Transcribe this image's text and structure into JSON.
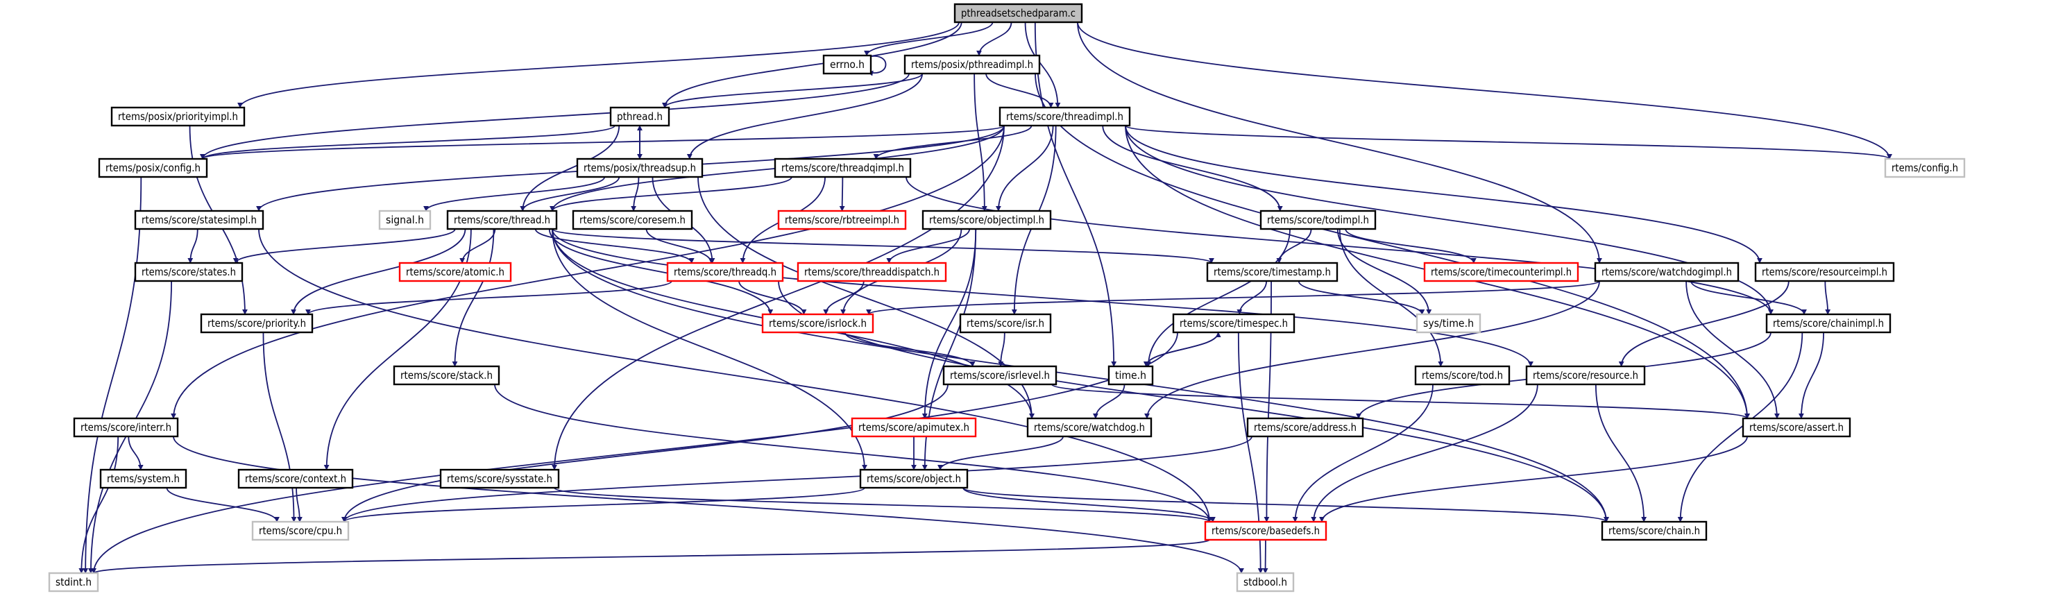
{
  "graph": {
    "edge_color": "#191970",
    "nodes": [
      {
        "id": "root",
        "label": "pthreadsetschedparam.c",
        "style": "root"
      },
      {
        "id": "errno",
        "label": "errno.h",
        "style": "normal"
      },
      {
        "id": "pthreadimpl",
        "label": "rtems/posix/pthreadimpl.h",
        "style": "normal"
      },
      {
        "id": "priorityimpl",
        "label": "rtems/posix/priorityimpl.h",
        "style": "normal"
      },
      {
        "id": "pthread",
        "label": "pthread.h",
        "style": "normal"
      },
      {
        "id": "threadimpl",
        "label": "rtems/score/threadimpl.h",
        "style": "normal"
      },
      {
        "id": "posixconfig",
        "label": "rtems/posix/config.h",
        "style": "normal"
      },
      {
        "id": "threadsup",
        "label": "rtems/posix/threadsup.h",
        "style": "normal"
      },
      {
        "id": "threadqimpl",
        "label": "rtems/score/threadqimpl.h",
        "style": "normal"
      },
      {
        "id": "rtemsconfig",
        "label": "rtems/config.h",
        "style": "gray"
      },
      {
        "id": "statesimpl",
        "label": "rtems/score/statesimpl.h",
        "style": "normal"
      },
      {
        "id": "signal",
        "label": "signal.h",
        "style": "gray"
      },
      {
        "id": "thread",
        "label": "rtems/score/thread.h",
        "style": "normal"
      },
      {
        "id": "coresem",
        "label": "rtems/score/coresem.h",
        "style": "normal"
      },
      {
        "id": "rbtreeimpl",
        "label": "rtems/score/rbtreeimpl.h",
        "style": "red"
      },
      {
        "id": "objectimpl",
        "label": "rtems/score/objectimpl.h",
        "style": "normal"
      },
      {
        "id": "todimpl",
        "label": "rtems/score/todimpl.h",
        "style": "normal"
      },
      {
        "id": "states",
        "label": "rtems/score/states.h",
        "style": "normal"
      },
      {
        "id": "atomic",
        "label": "rtems/score/atomic.h",
        "style": "red"
      },
      {
        "id": "threadq",
        "label": "rtems/score/threadq.h",
        "style": "red"
      },
      {
        "id": "threaddispatch",
        "label": "rtems/score/threaddispatch.h",
        "style": "red"
      },
      {
        "id": "timestamp",
        "label": "rtems/score/timestamp.h",
        "style": "normal"
      },
      {
        "id": "timecounterimpl",
        "label": "rtems/score/timecounterimpl.h",
        "style": "red"
      },
      {
        "id": "watchdogimpl",
        "label": "rtems/score/watchdogimpl.h",
        "style": "normal"
      },
      {
        "id": "resourceimpl",
        "label": "rtems/score/resourceimpl.h",
        "style": "normal"
      },
      {
        "id": "priority",
        "label": "rtems/score/priority.h",
        "style": "normal"
      },
      {
        "id": "isrlock",
        "label": "rtems/score/isrlock.h",
        "style": "red"
      },
      {
        "id": "isr",
        "label": "rtems/score/isr.h",
        "style": "normal"
      },
      {
        "id": "timespec",
        "label": "rtems/score/timespec.h",
        "style": "normal"
      },
      {
        "id": "systime",
        "label": "sys/time.h",
        "style": "gray"
      },
      {
        "id": "chainimpl",
        "label": "rtems/score/chainimpl.h",
        "style": "normal"
      },
      {
        "id": "stack",
        "label": "rtems/score/stack.h",
        "style": "normal"
      },
      {
        "id": "isrlevel",
        "label": "rtems/score/isrlevel.h",
        "style": "normal"
      },
      {
        "id": "time",
        "label": "time.h",
        "style": "normal"
      },
      {
        "id": "tod",
        "label": "rtems/score/tod.h",
        "style": "normal"
      },
      {
        "id": "resource",
        "label": "rtems/score/resource.h",
        "style": "normal"
      },
      {
        "id": "interr",
        "label": "rtems/score/interr.h",
        "style": "normal"
      },
      {
        "id": "apimutex",
        "label": "rtems/score/apimutex.h",
        "style": "red"
      },
      {
        "id": "watchdog",
        "label": "rtems/score/watchdog.h",
        "style": "normal"
      },
      {
        "id": "address",
        "label": "rtems/score/address.h",
        "style": "normal"
      },
      {
        "id": "assert",
        "label": "rtems/score/assert.h",
        "style": "normal"
      },
      {
        "id": "system",
        "label": "rtems/system.h",
        "style": "normal"
      },
      {
        "id": "context",
        "label": "rtems/score/context.h",
        "style": "normal"
      },
      {
        "id": "sysstate",
        "label": "rtems/score/sysstate.h",
        "style": "normal"
      },
      {
        "id": "object",
        "label": "rtems/score/object.h",
        "style": "normal"
      },
      {
        "id": "cpu",
        "label": "rtems/score/cpu.h",
        "style": "gray"
      },
      {
        "id": "basedefs",
        "label": "rtems/score/basedefs.h",
        "style": "red"
      },
      {
        "id": "chain",
        "label": "rtems/score/chain.h",
        "style": "normal"
      },
      {
        "id": "stdint",
        "label": "stdint.h",
        "style": "gray"
      },
      {
        "id": "stdbool",
        "label": "stdbool.h",
        "style": "gray"
      }
    ],
    "edges": [
      [
        "root",
        "errno"
      ],
      [
        "root",
        "pthreadimpl"
      ],
      [
        "root",
        "threadimpl"
      ],
      [
        "root",
        "pthread"
      ],
      [
        "root",
        "priorityimpl"
      ],
      [
        "root",
        "rtemsconfig"
      ],
      [
        "root",
        "watchdogimpl"
      ],
      [
        "root",
        "time"
      ],
      [
        "errno",
        "errno"
      ],
      [
        "pthreadimpl",
        "pthread"
      ],
      [
        "pthreadimpl",
        "threadsup"
      ],
      [
        "pthreadimpl",
        "objectimpl"
      ],
      [
        "pthreadimpl",
        "threadimpl"
      ],
      [
        "pthreadimpl",
        "posixconfig"
      ],
      [
        "pthreadimpl",
        "assert"
      ],
      [
        "priorityimpl",
        "priority"
      ],
      [
        "pthread",
        "posixconfig"
      ],
      [
        "pthread",
        "threadsup"
      ],
      [
        "pthread",
        "thread"
      ],
      [
        "threadsup",
        "pthread"
      ],
      [
        "threadsup",
        "signal"
      ],
      [
        "threadsup",
        "thread"
      ],
      [
        "threadsup",
        "coresem"
      ],
      [
        "threadsup",
        "threadq"
      ],
      [
        "threadsup",
        "watchdog"
      ],
      [
        "threadimpl",
        "posixconfig"
      ],
      [
        "threadimpl",
        "statesimpl"
      ],
      [
        "threadimpl",
        "interr"
      ],
      [
        "threadimpl",
        "thread"
      ],
      [
        "threadimpl",
        "threadqimpl"
      ],
      [
        "threadimpl",
        "objectimpl"
      ],
      [
        "threadimpl",
        "isr"
      ],
      [
        "threadimpl",
        "todimpl"
      ],
      [
        "threadimpl",
        "sysstate"
      ],
      [
        "threadimpl",
        "rtemsconfig"
      ],
      [
        "threadimpl",
        "resourceimpl"
      ],
      [
        "threadimpl",
        "chainimpl"
      ],
      [
        "threadimpl",
        "assert"
      ],
      [
        "statesimpl",
        "states"
      ],
      [
        "statesimpl",
        "basedefs"
      ],
      [
        "states",
        "stdint"
      ],
      [
        "posixconfig",
        "stdint"
      ],
      [
        "thread",
        "states"
      ],
      [
        "thread",
        "atomic"
      ],
      [
        "thread",
        "threadq"
      ],
      [
        "thread",
        "priority"
      ],
      [
        "thread",
        "isrlock"
      ],
      [
        "thread",
        "timestamp"
      ],
      [
        "thread",
        "stack"
      ],
      [
        "thread",
        "context"
      ],
      [
        "thread",
        "object"
      ],
      [
        "thread",
        "watchdog"
      ],
      [
        "thread",
        "resource"
      ],
      [
        "thread",
        "chain"
      ],
      [
        "coresem",
        "threadq"
      ],
      [
        "threadqimpl",
        "thread"
      ],
      [
        "threadqimpl",
        "rbtreeimpl"
      ],
      [
        "threadqimpl",
        "threadq"
      ],
      [
        "threadqimpl",
        "chainimpl"
      ],
      [
        "objectimpl",
        "threaddispatch"
      ],
      [
        "objectimpl",
        "isrlock"
      ],
      [
        "objectimpl",
        "apimutex"
      ],
      [
        "objectimpl",
        "object"
      ],
      [
        "threadq",
        "priority"
      ],
      [
        "threadq",
        "isrlock"
      ],
      [
        "threadq",
        "chain"
      ],
      [
        "threaddispatch",
        "isrlock"
      ],
      [
        "todimpl",
        "timestamp"
      ],
      [
        "todimpl",
        "timecounterimpl"
      ],
      [
        "todimpl",
        "systime"
      ],
      [
        "todimpl",
        "time"
      ],
      [
        "todimpl",
        "tod"
      ],
      [
        "timestamp",
        "timespec"
      ],
      [
        "timestamp",
        "systime"
      ],
      [
        "timestamp",
        "basedefs"
      ],
      [
        "watchdogimpl",
        "isrlock"
      ],
      [
        "watchdogimpl",
        "watchdog"
      ],
      [
        "watchdogimpl",
        "chainimpl"
      ],
      [
        "watchdogimpl",
        "assert"
      ],
      [
        "resourceimpl",
        "resource"
      ],
      [
        "resourceimpl",
        "chainimpl"
      ],
      [
        "priority",
        "cpu"
      ],
      [
        "isrlock",
        "isrlevel"
      ],
      [
        "isr",
        "isrlevel"
      ],
      [
        "timespec",
        "time"
      ],
      [
        "timespec",
        "stdint"
      ],
      [
        "timespec",
        "stdbool"
      ],
      [
        "time",
        "timespec"
      ],
      [
        "time",
        "watchdog"
      ],
      [
        "chainimpl",
        "address"
      ],
      [
        "chainimpl",
        "assert"
      ],
      [
        "chainimpl",
        "chain"
      ],
      [
        "isrlevel",
        "assert"
      ],
      [
        "isrlevel",
        "cpu"
      ],
      [
        "stack",
        "basedefs"
      ],
      [
        "tod",
        "basedefs"
      ],
      [
        "resource",
        "basedefs"
      ],
      [
        "resource",
        "chain"
      ],
      [
        "interr",
        "system"
      ],
      [
        "interr",
        "stdint"
      ],
      [
        "interr",
        "stdbool"
      ],
      [
        "apimutex",
        "object"
      ],
      [
        "watchdog",
        "object"
      ],
      [
        "address",
        "cpu"
      ],
      [
        "assert",
        "basedefs"
      ],
      [
        "system",
        "cpu"
      ],
      [
        "context",
        "cpu"
      ],
      [
        "sysstate",
        "basedefs"
      ],
      [
        "object",
        "cpu"
      ],
      [
        "object",
        "basedefs"
      ],
      [
        "object",
        "chain"
      ],
      [
        "basedefs",
        "stdint"
      ],
      [
        "basedefs",
        "stdbool"
      ]
    ]
  }
}
